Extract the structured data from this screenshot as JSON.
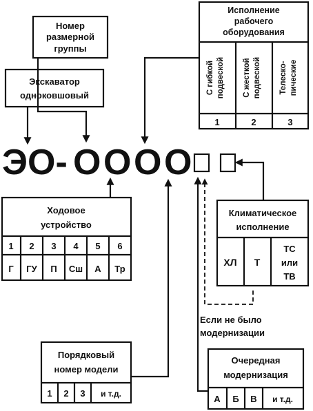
{
  "designation": {
    "prefix": "ЭО-",
    "digits": [
      "О",
      "О",
      "О",
      "О"
    ],
    "boxes_count": 2
  },
  "size_group": {
    "lines": [
      "Номер",
      "размерной",
      "группы"
    ]
  },
  "excavator": {
    "lines": [
      "Экскаватор",
      "одноковшовый"
    ]
  },
  "equipment": {
    "title_lines": [
      "Исполнение",
      "рабочего",
      "оборудования"
    ],
    "columns": [
      {
        "lines": [
          "С гибкой",
          "подвеской"
        ],
        "num": "1"
      },
      {
        "lines": [
          "С жесткой",
          "подвеской"
        ],
        "num": "2"
      },
      {
        "lines": [
          "Телеско-",
          "пические"
        ],
        "num": "3"
      }
    ]
  },
  "undercarriage": {
    "title_lines": [
      "Ходовое",
      "устройство"
    ],
    "nums": [
      "1",
      "2",
      "3",
      "4",
      "5",
      "6"
    ],
    "codes": [
      "Г",
      "ГУ",
      "П",
      "Сш",
      "А",
      "Тр"
    ]
  },
  "climate": {
    "title_lines": [
      "Климатическое",
      "исполнение"
    ],
    "cols": [
      {
        "lines": [
          "ХЛ"
        ]
      },
      {
        "lines": [
          "Т"
        ]
      },
      {
        "lines": [
          "ТС",
          "или",
          "ТВ"
        ]
      }
    ]
  },
  "no_modernization": {
    "lines": [
      "Если не было",
      "модернизации"
    ]
  },
  "model_number": {
    "title_lines": [
      "Порядковый",
      "номер модели"
    ],
    "cells": [
      "1",
      "2",
      "3",
      "и т.д."
    ]
  },
  "modernization": {
    "title_lines": [
      "Очередная",
      "модернизация"
    ],
    "cells": [
      "А",
      "Б",
      "В",
      "и т.д."
    ]
  }
}
